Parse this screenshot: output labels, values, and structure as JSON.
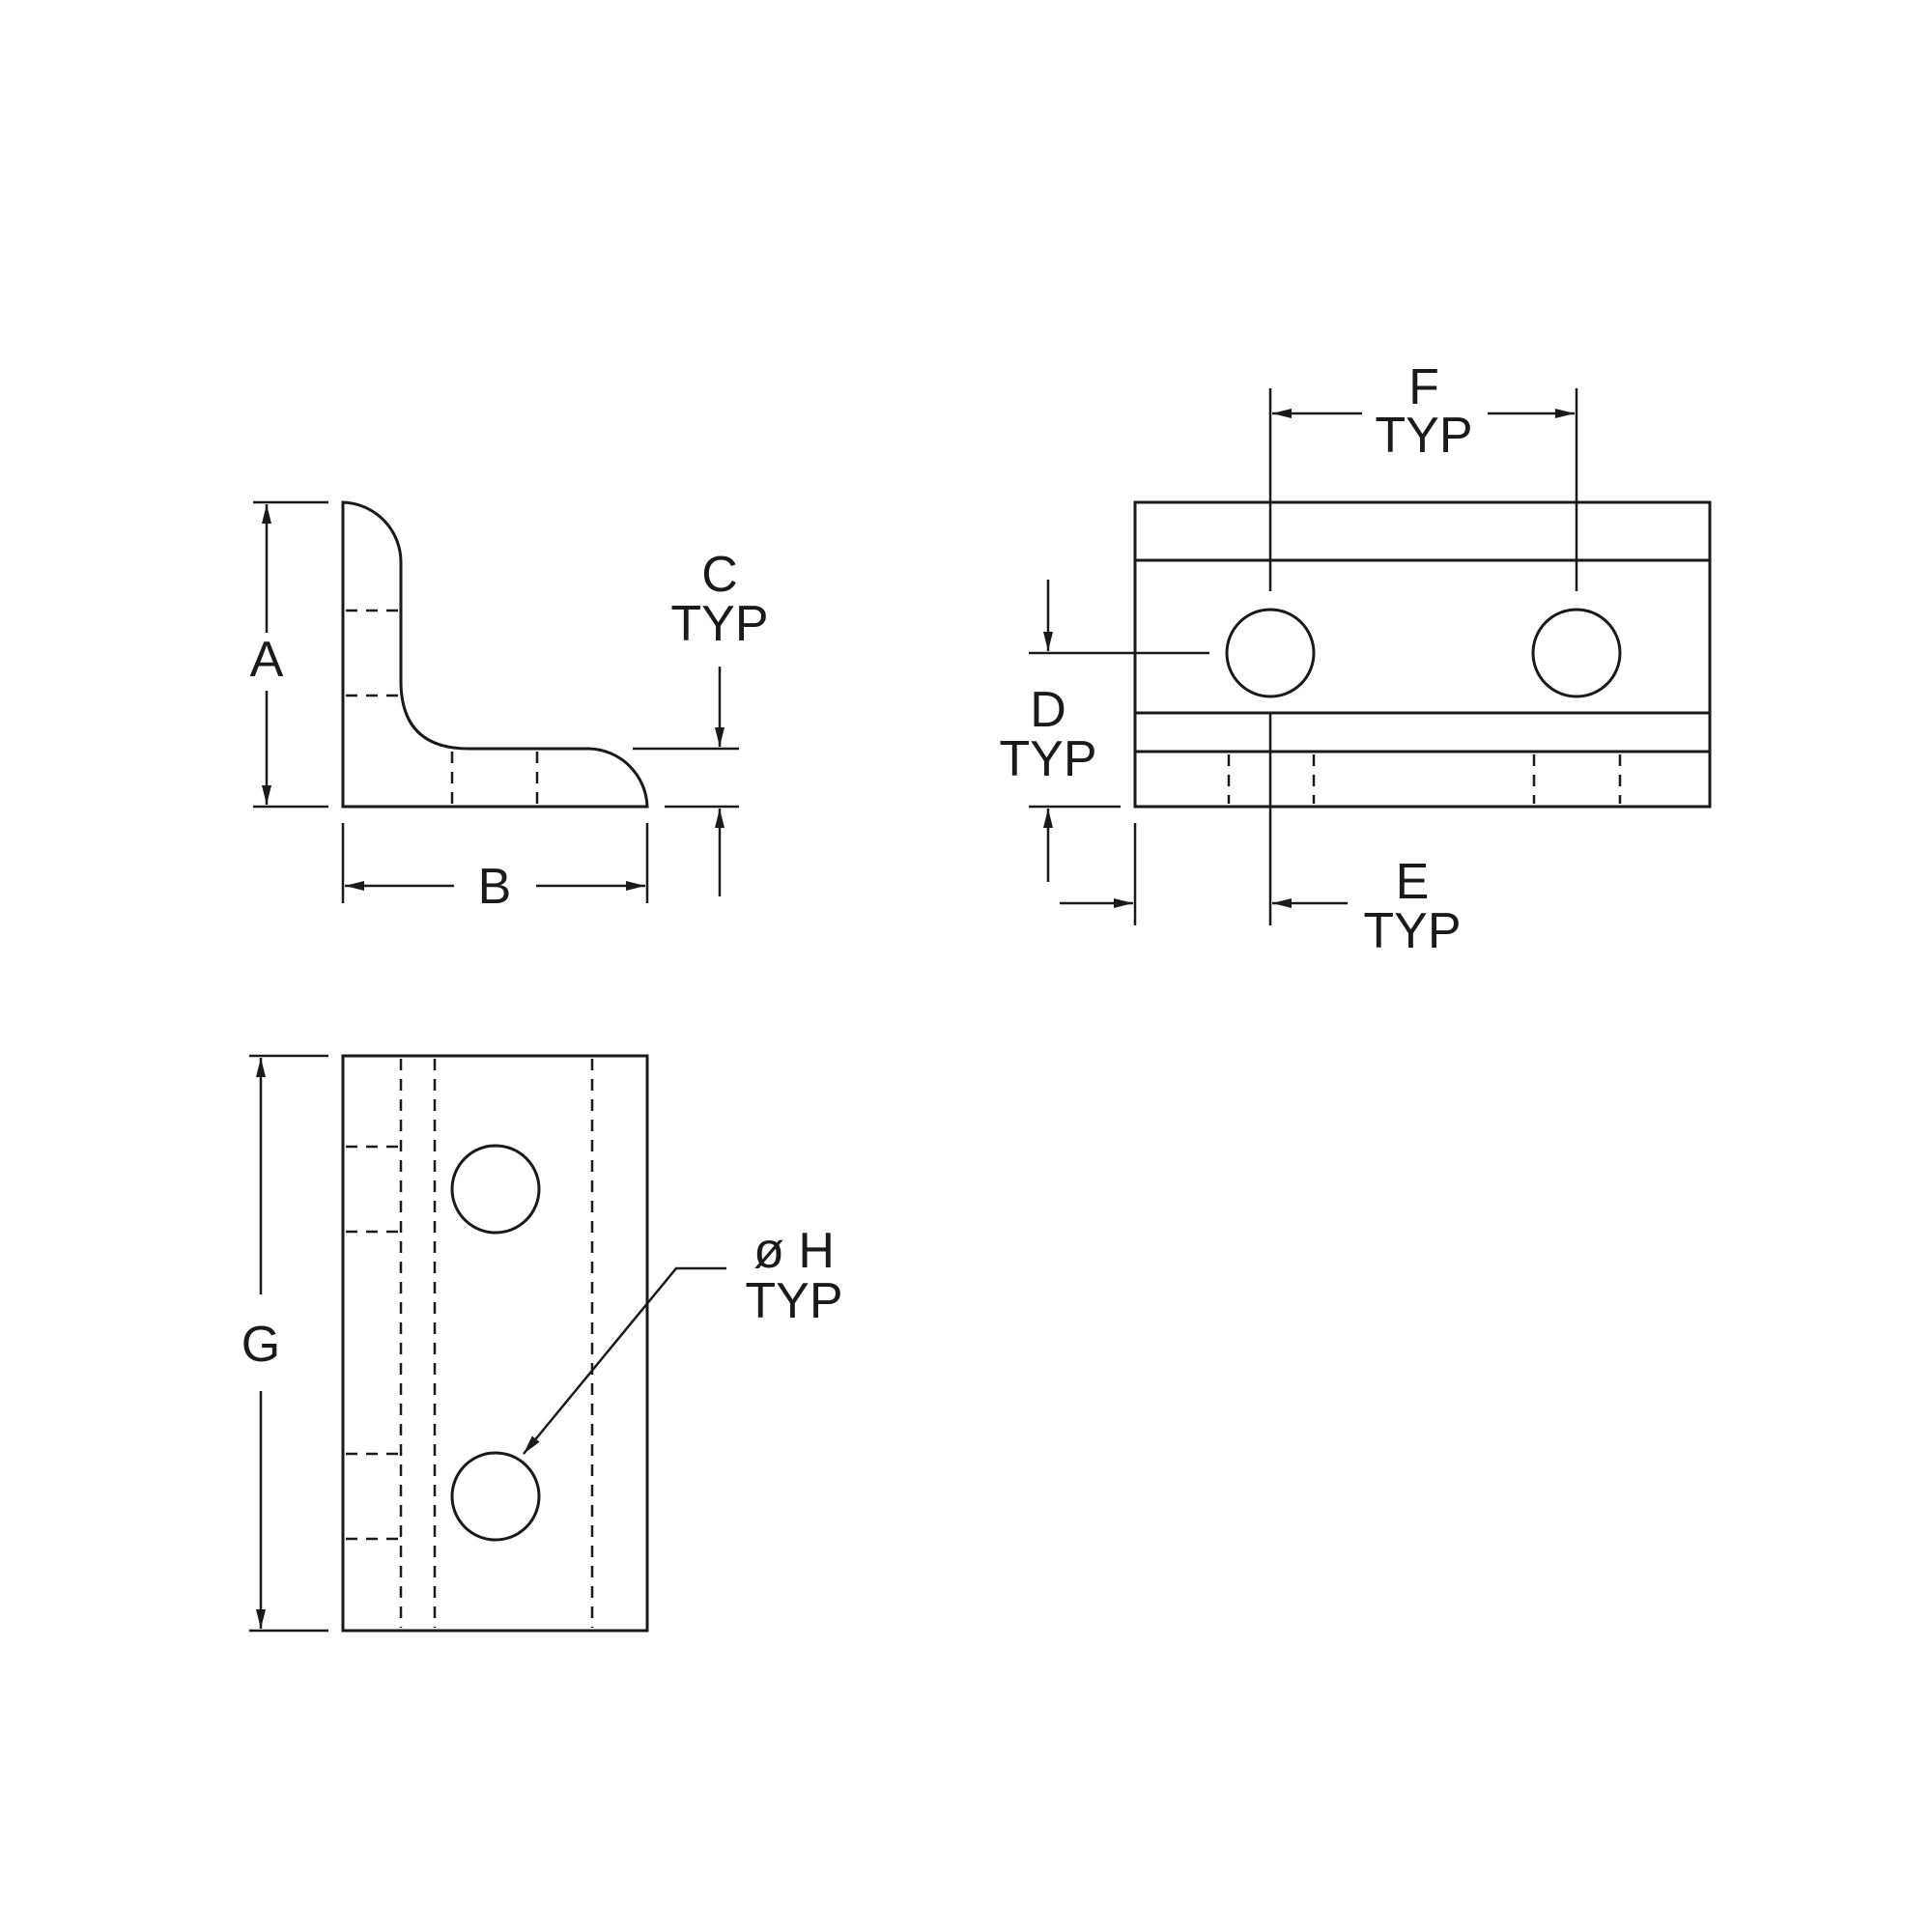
{
  "labels": {
    "a": "A",
    "b": "B",
    "c": "C",
    "c_typ": "TYP",
    "d": "D",
    "d_typ": "TYP",
    "e": "E",
    "e_typ": "TYP",
    "f": "F",
    "f_typ": "TYP",
    "g": "G",
    "h": "ø H",
    "h_typ": "TYP"
  },
  "colors": {
    "line": "#1a1a1a",
    "background": "#ffffff"
  }
}
